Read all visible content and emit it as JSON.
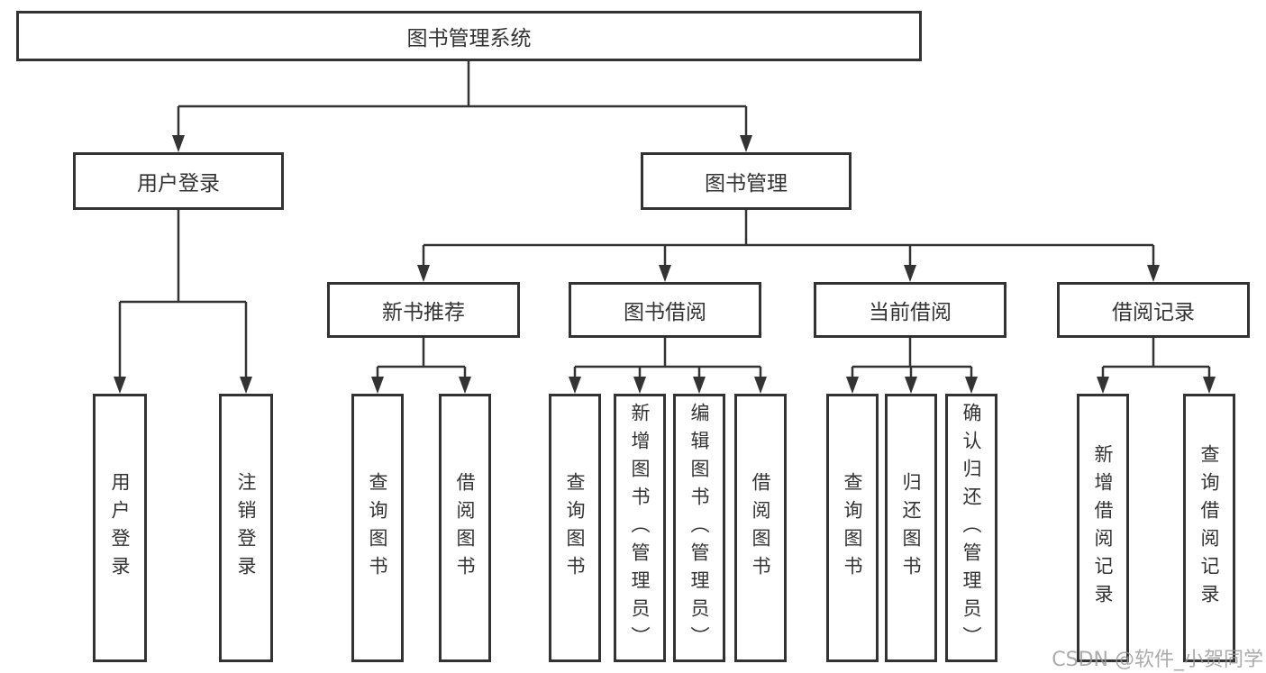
{
  "diagram": {
    "root": {
      "label": "图书管理系统"
    },
    "level2": {
      "user_login": {
        "label": "用户登录"
      },
      "book_management": {
        "label": "图书管理"
      }
    },
    "level3": {
      "new_book_recommend": {
        "label": "新书推荐"
      },
      "book_borrowing": {
        "label": "图书借阅"
      },
      "current_borrowing": {
        "label": "当前借阅"
      },
      "borrowing_records": {
        "label": "借阅记录"
      }
    },
    "leaves": {
      "user_login": [
        "用户登录",
        "注销登录"
      ],
      "new_book_recommend": [
        "查询图书",
        "借阅图书"
      ],
      "book_borrowing": [
        "查询图书",
        "新增图书（管理员）",
        "编辑图书（管理员）",
        "借阅图书"
      ],
      "current_borrowing": [
        "查询图书",
        "归还图书",
        "确认归还（管理员）"
      ],
      "borrowing_records": [
        "新增借阅记录",
        "查询借阅记录"
      ]
    },
    "colors": {
      "line": "#333333",
      "box_border": "#333333",
      "box_fill": "#ffffff",
      "text": "#333333",
      "watermark": "#969696"
    }
  },
  "watermark": {
    "text": "CSDN @软件_小贺同学"
  }
}
